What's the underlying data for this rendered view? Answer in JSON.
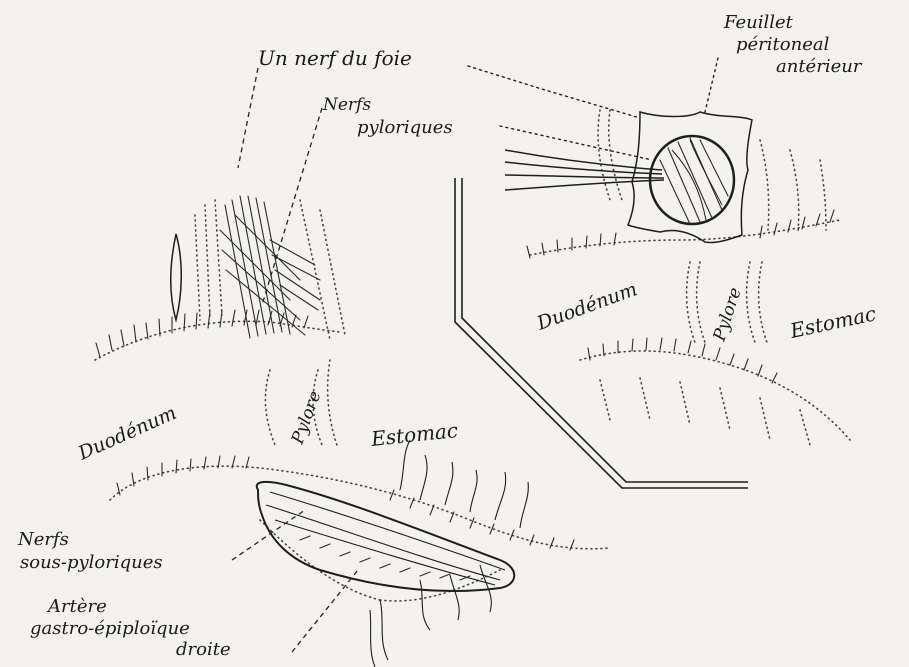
{
  "labels": {
    "nerf_foie": "Un nerf du foie",
    "nerfs_pyloriques_1": "Nerfs",
    "nerfs_pyloriques_2": "pyloriques",
    "feuillet_1": "Feuillet",
    "feuillet_2": "péritoneal",
    "feuillet_3": "antérieur",
    "duodenum_left": "Duodénum",
    "pylore_left": "Pylore",
    "estomac_left": "Estomac",
    "duodenum_right": "Duodénum",
    "pylore_right": "Pylore",
    "estomac_right": "Estomac",
    "sous_pyl_1": "Nerfs",
    "sous_pyl_2": "sous-pyloriques",
    "artere_1": "Artère",
    "artere_2": "gastro-épiploïque",
    "artere_3": "droite"
  },
  "colors": {
    "ink": "#1e1e1e",
    "paper": "#f4f2ee"
  }
}
